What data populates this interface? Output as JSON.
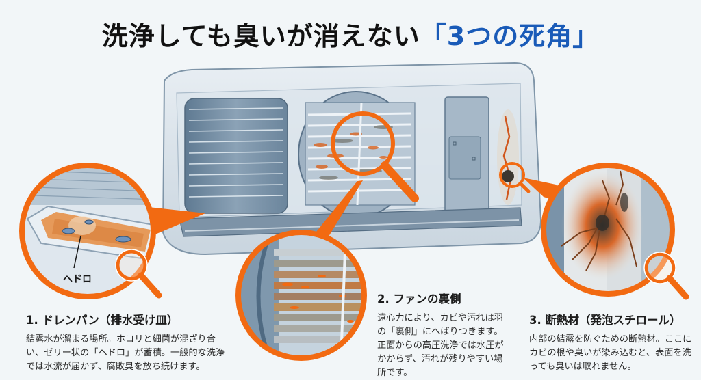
{
  "title": {
    "main": "洗浄しても臭いが消えない",
    "highlight": "「3つの死角」",
    "highlight_color": "#1a5bb8"
  },
  "colors": {
    "accent_orange": "#f26a12",
    "background": "#f2f6f8",
    "unit_blue": "#8ea4ba"
  },
  "diagram": {
    "subject": "wall-mounted air conditioner indoor unit (cutaway)",
    "magnifiers": [
      {
        "id": "drain-pan",
        "label": "ヘドロ",
        "icon": "magnifier-icon"
      },
      {
        "id": "fan-back",
        "icon": "magnifier-icon"
      },
      {
        "id": "insulation",
        "icon": "magnifier-icon"
      }
    ]
  },
  "callouts": [
    {
      "heading": "1. ドレンパン（排水受け皿）",
      "body": "結露水が溜まる場所。ホコリと細菌が混ざり合い、ゼリー状の「ヘドロ」が蓄積。一般的な洗浄では水流が届かず、腐敗臭を放ち続けます。"
    },
    {
      "heading": "2. ファンの裏側",
      "body": "遠心力により、カビや汚れは羽の「裏側」にへばりつきます。正面からの高圧洗浄では水圧がかからず、汚れが残りやすい場所です。"
    },
    {
      "heading": "3. 断熱材（発泡スチロール）",
      "body": "内部の結露を防ぐための断熱材。ここにカビの根や臭いが染み込むと、表面を洗っても臭いは取れません。"
    }
  ]
}
